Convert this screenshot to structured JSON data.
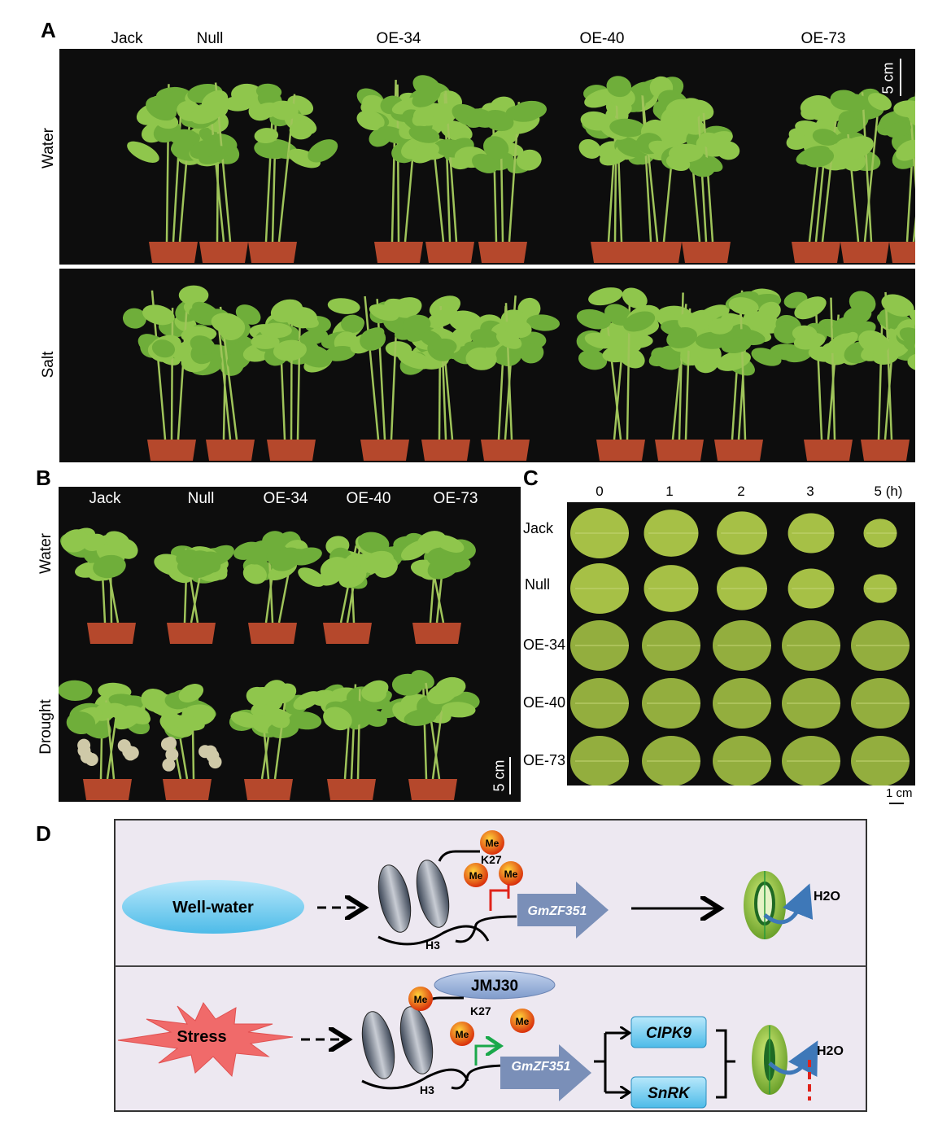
{
  "panelA": {
    "label": "A",
    "columns": [
      "Jack",
      "Null",
      "OE-34",
      "OE-40",
      "OE-73"
    ],
    "rows": [
      "Water",
      "Salt"
    ],
    "scale": "5 cm"
  },
  "panelB": {
    "label": "B",
    "columns": [
      "Jack",
      "Null",
      "OE-34",
      "OE-40",
      "OE-73"
    ],
    "rows": [
      "Water",
      "Drought"
    ],
    "scale": "5 cm"
  },
  "panelC": {
    "label": "C",
    "times": [
      "0",
      "1",
      "2",
      "3",
      "5 (h)"
    ],
    "rows": [
      "Jack",
      "Null",
      "OE-34",
      "OE-40",
      "OE-73"
    ],
    "scale": "1 cm"
  },
  "panelD": {
    "label": "D",
    "top": {
      "condition": "Well-water",
      "histone": "H3",
      "residue": "K27",
      "methyl": "Me",
      "gene": "GmZF351",
      "output": "H2O"
    },
    "bottom": {
      "condition": "Stress",
      "enzyme": "JMJ30",
      "histone": "H3",
      "residue": "K27",
      "methyl": "Me",
      "gene": "GmZF351",
      "targets": [
        "CIPK9",
        "SnRK"
      ],
      "output": "H2O"
    }
  },
  "colors": {
    "pot": "#b5482c",
    "leaf": "#7fb43c",
    "well_water": "#7fd0ee",
    "stress": "#f06a6a",
    "gene_arrow": "#7a8fb8",
    "target_box": "#5cc8ef"
  }
}
